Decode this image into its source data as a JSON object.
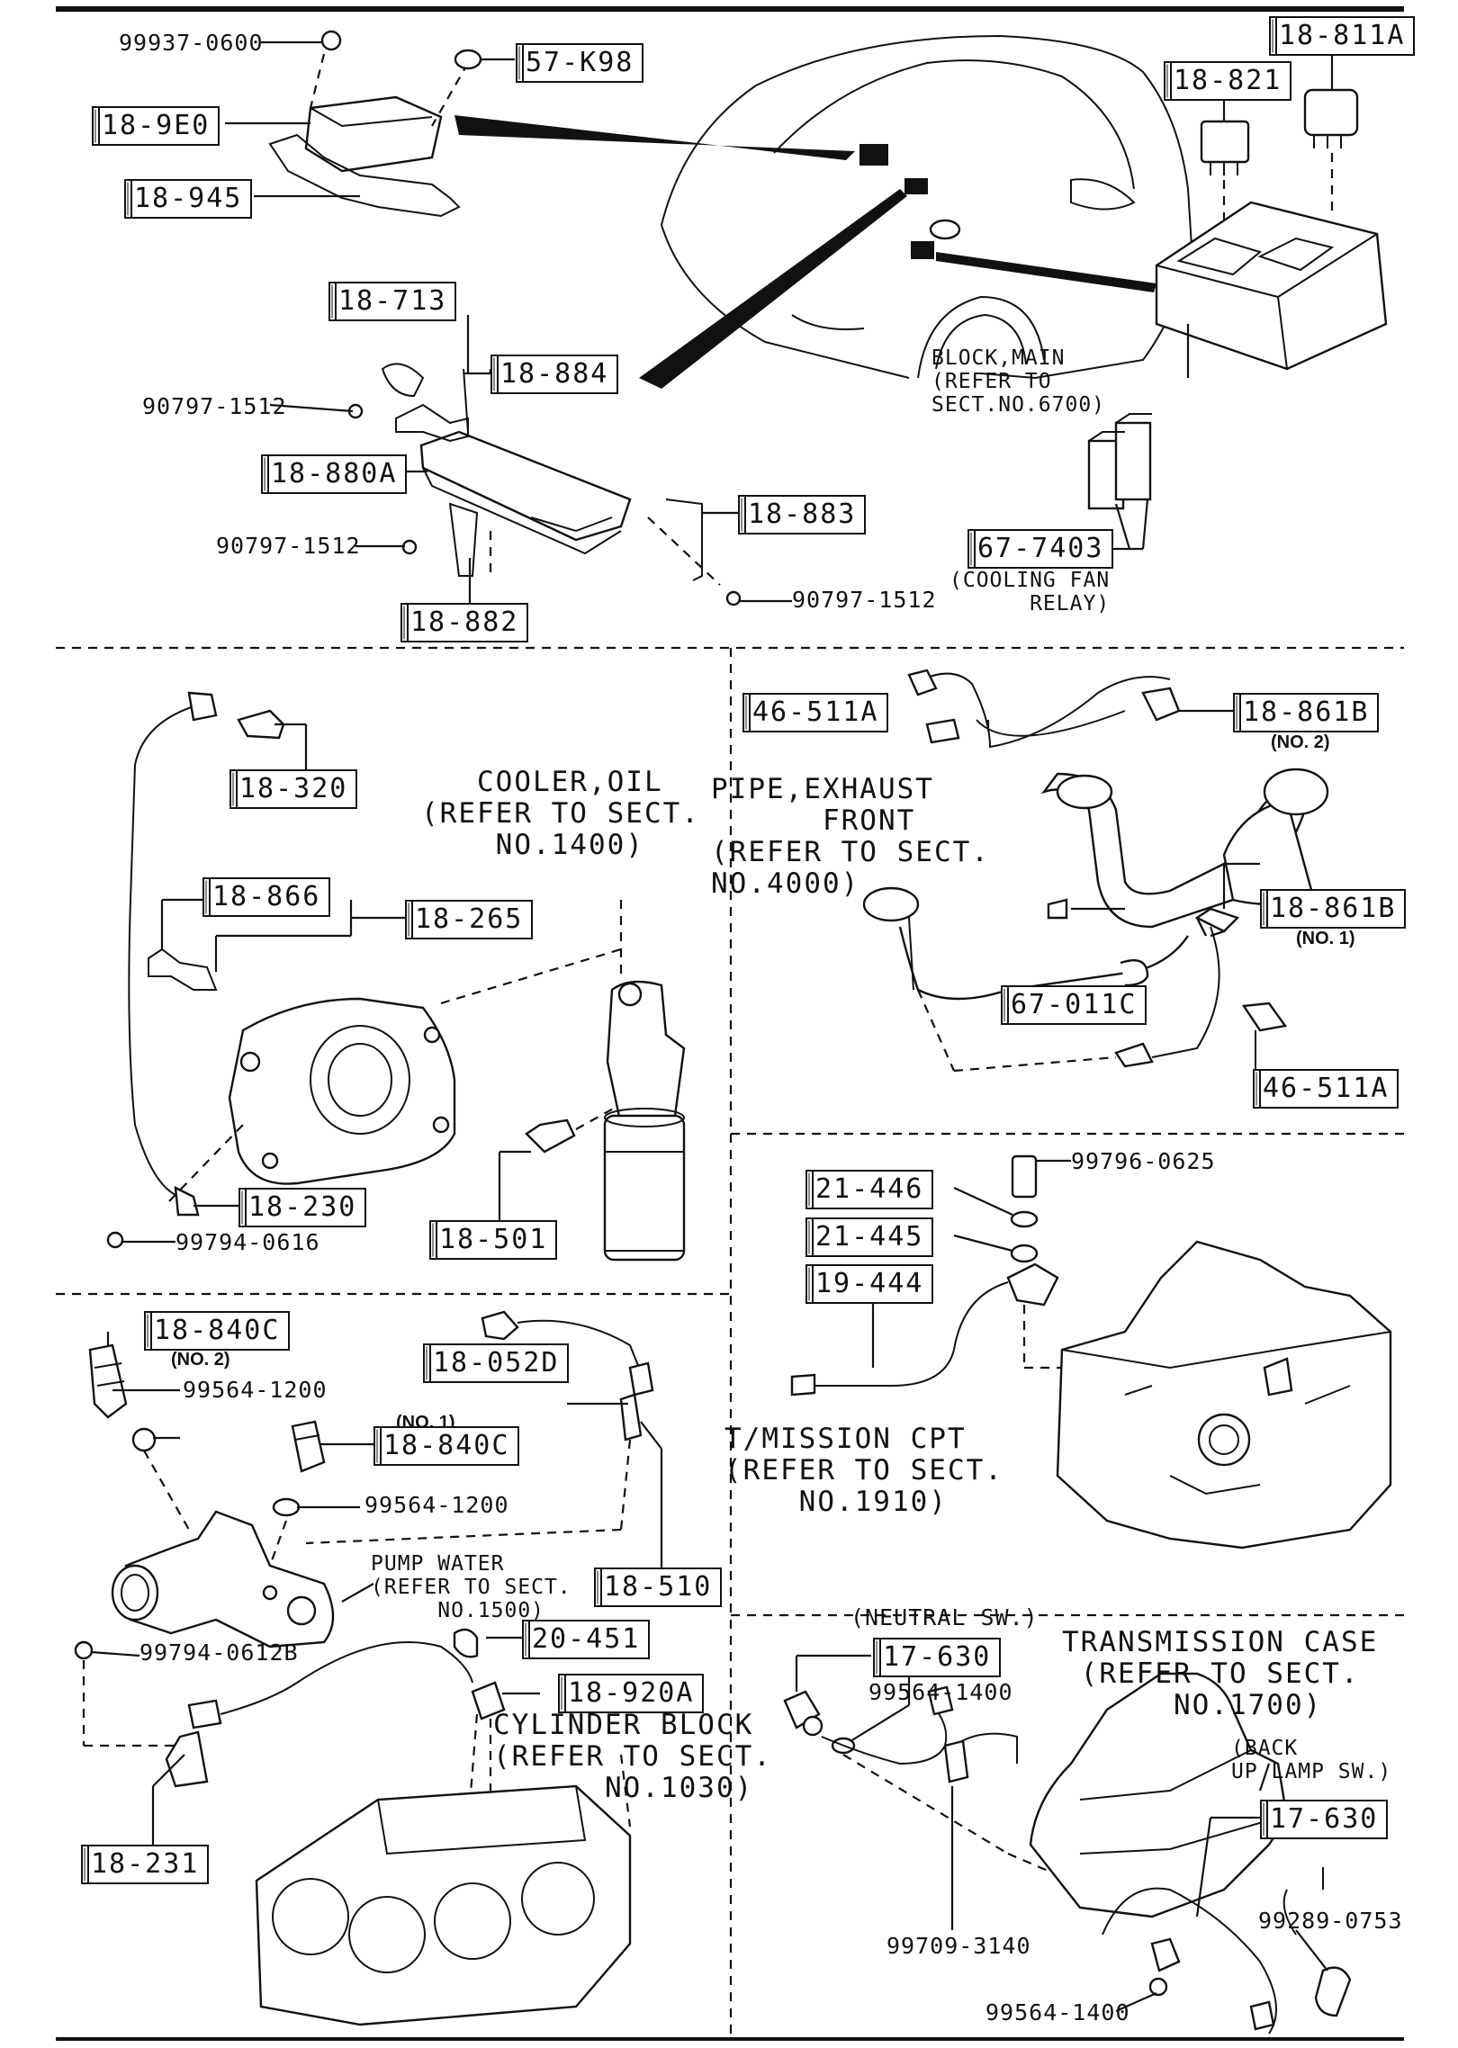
{
  "part_labels": {
    "p99937_0600": "99937-0600",
    "p57_K98": "57-K98",
    "p18_9E0": "18-9E0",
    "p18_945": "18-945",
    "p18_811A": "18-811A",
    "p18_821": "18-821",
    "p18_713": "18-713",
    "p18_884": "18-884",
    "p90797_1512_a": "90797-1512",
    "p18_880A": "18-880A",
    "p18_883": "18-883",
    "p90797_1512_b": "90797-1512",
    "p90797_1512_c": "90797-1512",
    "p18_882": "18-882",
    "p67_7403": "67-7403",
    "p46_511A_a": "46-511A",
    "p18_861B_a": "18-861B",
    "p18_320": "18-320",
    "p18_866": "18-866",
    "p18_265": "18-265",
    "p18_861B_b": "18-861B",
    "p67_011C": "67-011C",
    "p46_511A_b": "46-511A",
    "p18_230": "18-230",
    "p18_501": "18-501",
    "p99794_0616": "99794-0616",
    "p99796_0625": "99796-0625",
    "p21_446": "21-446",
    "p21_445": "21-445",
    "p19_444": "19-444",
    "p18_840C_a": "18-840C",
    "p18_052D": "18-052D",
    "p99564_1200_a": "99564-1200",
    "p18_840C_b": "18-840C",
    "p99564_1200_b": "99564-1200",
    "p18_510": "18-510",
    "p99794_0612B": "99794-0612B",
    "p20_451": "20-451",
    "p18_920A": "18-920A",
    "p18_231": "18-231",
    "p17_630_a": "17-630",
    "p99564_1400_a": "99564-1400",
    "p17_630_b": "17-630",
    "p99709_3140": "99709-3140",
    "p99289_0753": "99289-0753",
    "p99564_1400_b": "99564-1400"
  },
  "sub_labels": {
    "no2_a": "(NO. 2)",
    "no1_a": "(NO. 1)",
    "no2_b": "(NO. 2)",
    "no1_b": "(NO. 1)"
  },
  "notes": {
    "block_main": "BLOCK,MAIN\n(REFER TO\nSECT.NO.6700)",
    "cooling_fan_relay": "(COOLING FAN\n      RELAY)",
    "cooler_oil": "   COOLER,OIL\n(REFER TO SECT.\n    NO.1400)",
    "pipe_exhaust": "PIPE,EXHAUST\n      FRONT\n(REFER TO SECT.\nNO.4000)",
    "tmission": "T/MISSION CPT\n(REFER TO SECT.\n    NO.1910)",
    "pump_water": "PUMP WATER\n(REFER TO SECT.\n     NO.1500)",
    "cylinder_block": "CYLINDER BLOCK\n(REFER TO SECT.\n      NO.1030)",
    "neutral_sw": "(NEUTRAL SW.)",
    "transmission_case": "TRANSMISSION CASE\n (REFER TO SECT.\n      NO.1700)",
    "back_lamp": "(BACK\nUP LAMP SW.)"
  }
}
